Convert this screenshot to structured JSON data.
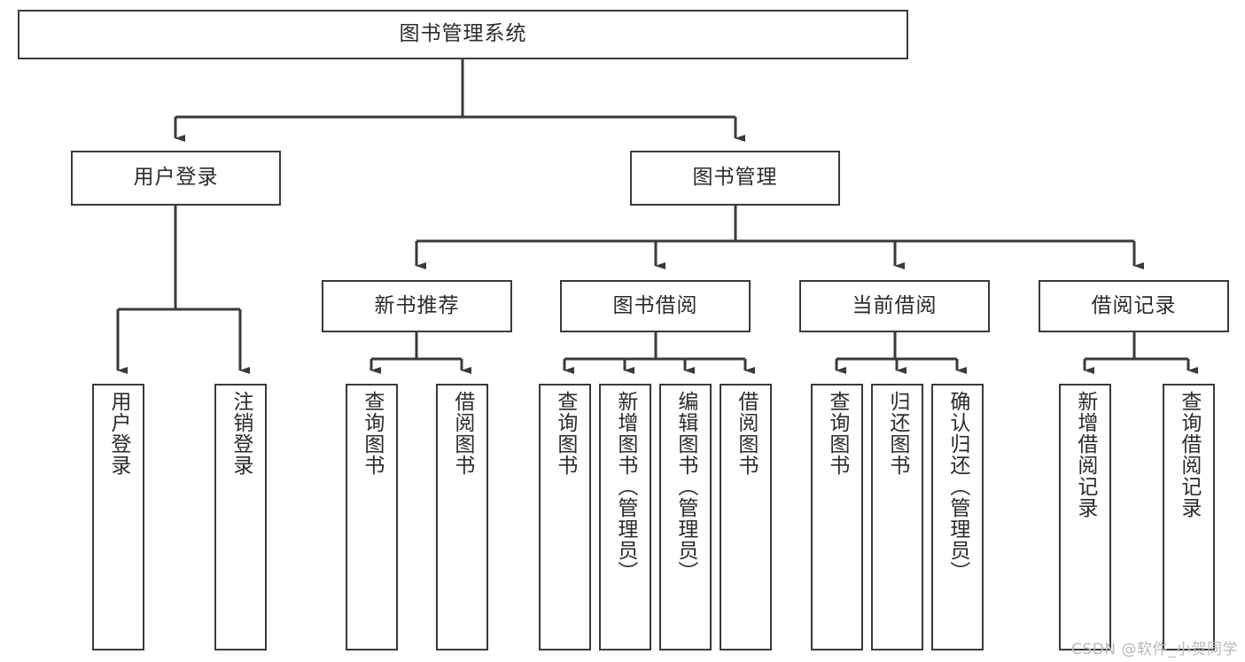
{
  "diagram": {
    "type": "tree-hierarchy",
    "title": "图书管理系统",
    "orientation": "top-down",
    "stroke_color": "#3a3a3a",
    "text_color": "#2b2b2b",
    "background_color": "#ffffff",
    "watermark": "CSDN @软件_小贺同学",
    "levels": [
      {
        "level": 1,
        "nodes": [
          {
            "id": "root",
            "label": "图书管理系统",
            "text_direction": "horizontal"
          }
        ]
      },
      {
        "level": 2,
        "nodes": [
          {
            "id": "login",
            "label": "用户登录",
            "text_direction": "horizontal",
            "parent": "root"
          },
          {
            "id": "bookmgmt",
            "label": "图书管理",
            "text_direction": "horizontal",
            "parent": "root"
          }
        ]
      },
      {
        "level": 3,
        "nodes": [
          {
            "id": "newbook",
            "label": "新书推荐",
            "text_direction": "horizontal",
            "parent": "bookmgmt"
          },
          {
            "id": "borrow",
            "label": "图书借阅",
            "text_direction": "horizontal",
            "parent": "bookmgmt"
          },
          {
            "id": "current",
            "label": "当前借阅",
            "text_direction": "horizontal",
            "parent": "bookmgmt"
          },
          {
            "id": "record",
            "label": "借阅记录",
            "text_direction": "horizontal",
            "parent": "bookmgmt"
          }
        ]
      },
      {
        "level": 4,
        "nodes": [
          {
            "id": "leaf1",
            "label": "用户登录",
            "text_direction": "vertical",
            "parent": "login"
          },
          {
            "id": "leaf2",
            "label": "注销登录",
            "text_direction": "vertical",
            "parent": "login"
          },
          {
            "id": "leaf3",
            "label": "查询图书",
            "text_direction": "vertical",
            "parent": "newbook"
          },
          {
            "id": "leaf4",
            "label": "借阅图书",
            "text_direction": "vertical",
            "parent": "newbook"
          },
          {
            "id": "leaf5",
            "label": "查询图书",
            "text_direction": "vertical",
            "parent": "borrow"
          },
          {
            "id": "leaf6",
            "label": "新增图书（管理员）",
            "text_direction": "vertical",
            "parent": "borrow"
          },
          {
            "id": "leaf7",
            "label": "编辑图书（管理员）",
            "text_direction": "vertical",
            "parent": "borrow"
          },
          {
            "id": "leaf8",
            "label": "借阅图书",
            "text_direction": "vertical",
            "parent": "borrow"
          },
          {
            "id": "leaf9",
            "label": "查询图书",
            "text_direction": "vertical",
            "parent": "current"
          },
          {
            "id": "leaf10",
            "label": "归还图书",
            "text_direction": "vertical",
            "parent": "current"
          },
          {
            "id": "leaf11",
            "label": "确认归还（管理员）",
            "text_direction": "vertical",
            "parent": "current"
          },
          {
            "id": "leaf12",
            "label": "新增借阅记录",
            "text_direction": "vertical",
            "parent": "record"
          },
          {
            "id": "leaf13",
            "label": "查询借阅记录",
            "text_direction": "vertical",
            "parent": "record"
          }
        ]
      }
    ]
  }
}
